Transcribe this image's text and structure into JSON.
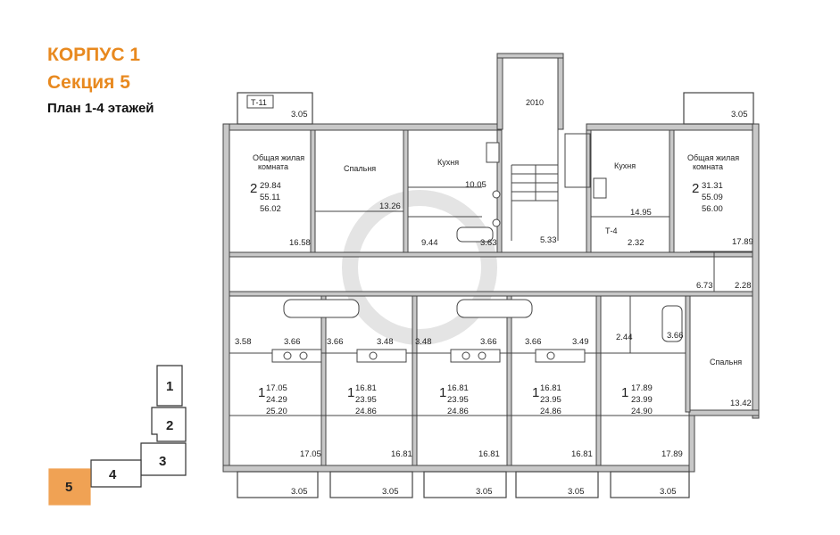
{
  "header": {
    "building": "КОРПУС 1",
    "section": "Секция 5",
    "plan": "План 1-4 этажей"
  },
  "key_plan": {
    "sections": [
      "1",
      "2",
      "3",
      "4",
      "5"
    ],
    "highlighted": "5",
    "highlight_color": "#f0a254"
  },
  "plan": {
    "top_left_tag": "Т-11",
    "mid_tag": "Т-4",
    "stair_dim": "2010",
    "top_balcony_left": "3.05",
    "top_balcony_right": "3.05",
    "bottom_balconies": [
      "3.05",
      "3.05",
      "3.05",
      "3.05",
      "3.05"
    ],
    "apt_left": {
      "rooms": "2",
      "living_label": "Общая жилая\nкомната",
      "bedroom_label": "Спальня",
      "kitchen_label": "Кухня",
      "areas": [
        "29.84",
        "55.11",
        "56.02"
      ],
      "living_dim": "16.58",
      "bedroom_dim": "13.26",
      "kitchen_dim": "10.05",
      "hall_dim": "9.44",
      "bath_dim": "3.63"
    },
    "corridor_dim": "5.33",
    "apt_right": {
      "rooms": "2",
      "living_label": "Общая жилая\nкомната",
      "kitchen_label": "Кухня",
      "bedroom_label": "Спальня",
      "areas": [
        "31.31",
        "55.09",
        "56.00"
      ],
      "kitchen_dim": "14.95",
      "hall_dim": "2.32",
      "living_dim": "17.89",
      "bath_dim": "6.73",
      "wc_dim": "2.28",
      "bedroom_dim": "13.42",
      "small_dims": [
        "2.44",
        "3.66"
      ]
    },
    "studios": [
      {
        "rooms": "1",
        "areas": [
          "17.05",
          "24.29",
          "25.20"
        ],
        "bath": "3.58",
        "hall": "3.66",
        "room_dim": "17.05"
      },
      {
        "rooms": "1",
        "areas": [
          "16.81",
          "23.95",
          "24.86"
        ],
        "bath": "3.66",
        "hall": "3.48",
        "room_dim": "16.81"
      },
      {
        "rooms": "1",
        "areas": [
          "16.81",
          "23.95",
          "24.86"
        ],
        "bath": "3.48",
        "hall": "3.66",
        "room_dim": "16.81"
      },
      {
        "rooms": "1",
        "areas": [
          "16.81",
          "23.95",
          "24.86"
        ],
        "bath": "3.66",
        "hall": "3.49",
        "room_dim": "16.81"
      },
      {
        "rooms": "1",
        "areas": [
          "17.89",
          "23.99",
          "24.90"
        ],
        "bath": "",
        "hall": "",
        "room_dim": "17.89"
      }
    ]
  }
}
